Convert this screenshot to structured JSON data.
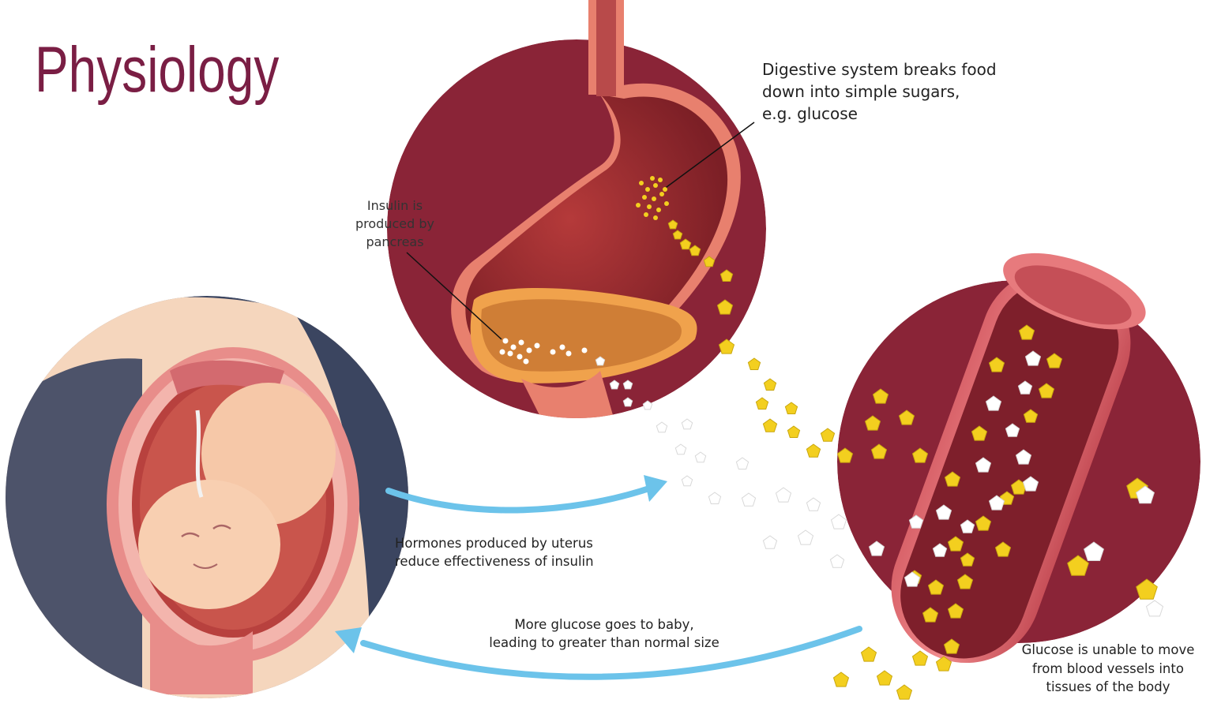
{
  "title": "Physiology",
  "labels": {
    "digestive": [
      "Digestive system breaks food",
      "down into simple sugars,",
      "e.g. glucose"
    ],
    "insulin": [
      "Insulin is",
      "produced by",
      "pancreas"
    ],
    "hormones": [
      "Hormones produced by uterus",
      "reduce effectiveness of insulin"
    ],
    "baby": [
      "More glucose goes to baby,",
      "leading to greater than normal size"
    ],
    "blocked": [
      "Glucose is unable to move",
      "from blood vessels into",
      "tissues of the body"
    ]
  },
  "icons": {
    "glucose_molecule": "yellow-pentagon",
    "insulin_molecule": "white-pentagon"
  },
  "colors": {
    "title": "#7a1e44",
    "circle_maroon": "#8a2437",
    "arrow": "#6cc3ea",
    "glucose": "#f3cf1f",
    "insulin": "#ffffff",
    "womb_background": "#3b4560",
    "skin": "#f5d6bd"
  }
}
